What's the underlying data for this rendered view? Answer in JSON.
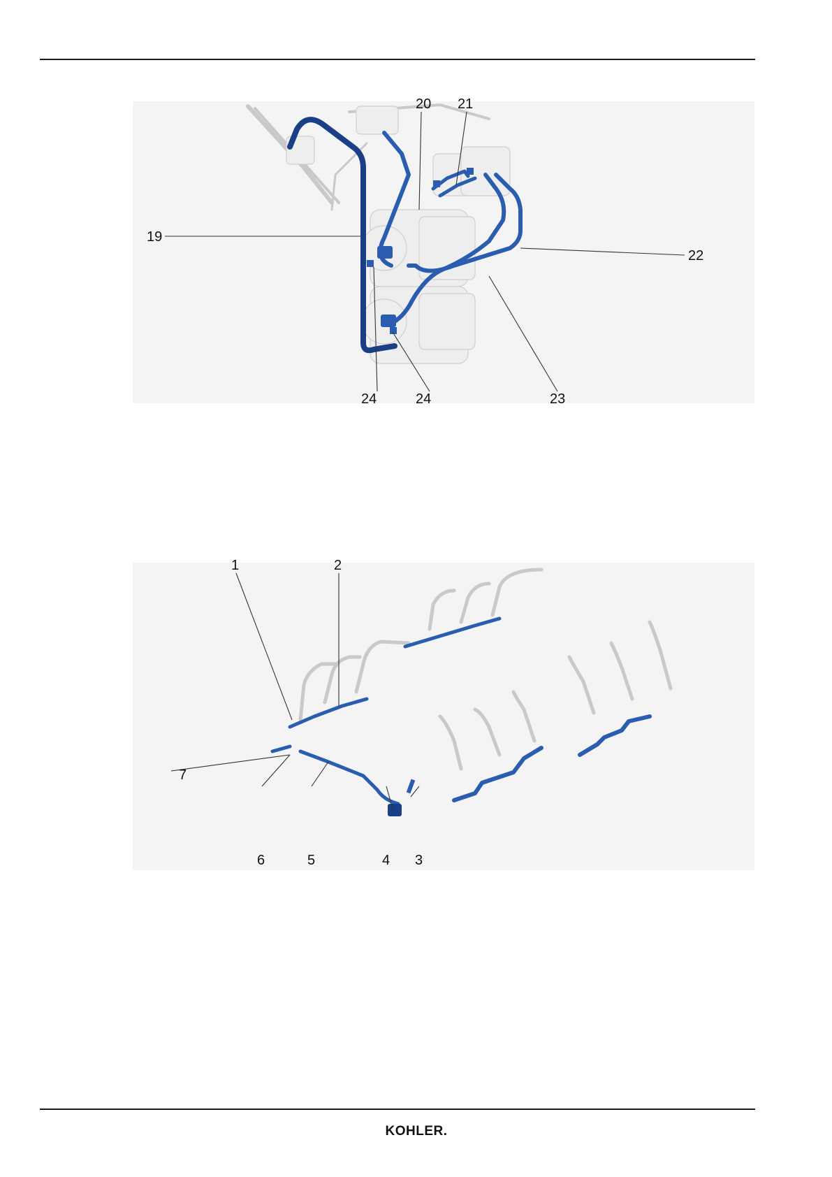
{
  "top_figure": {
    "callouts": [
      "19",
      "20",
      "21",
      "22",
      "23",
      "24",
      "24"
    ]
  },
  "bottom_figure": {
    "callouts": [
      "1",
      "2",
      "3",
      "4",
      "5",
      "6",
      "7"
    ]
  },
  "footer": {
    "brand": "KOHLER."
  },
  "colors": {
    "pipe": "#2a5db0",
    "pipe_dark": "#1b3f86",
    "ghost": "#c9c9c9",
    "rule": "#1a1a1a"
  }
}
